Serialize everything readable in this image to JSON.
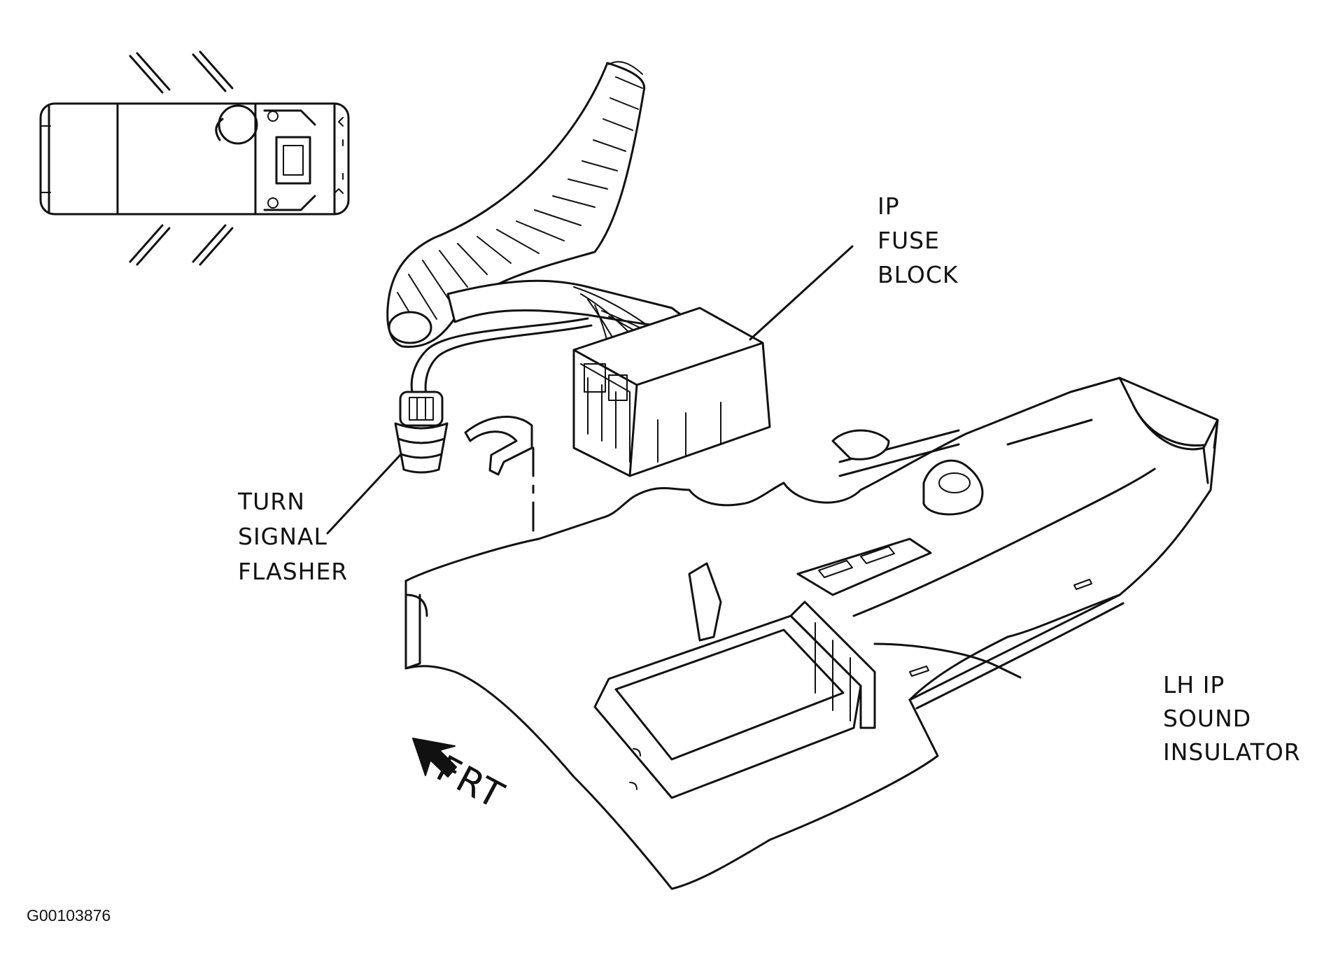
{
  "labels": {
    "fuse_block": [
      "IP",
      "FUSE",
      "BLOCK"
    ],
    "flasher": [
      "TURN",
      "SIGNAL",
      "FLASHER"
    ],
    "insulator": [
      "LH IP",
      "SOUND",
      "INSULATOR"
    ],
    "front": "FRT"
  },
  "figure_code": "G00103876",
  "colors": {
    "ink": "#111111",
    "paper": "#ffffff"
  },
  "icons": {
    "vehicle_locator": "vehicle-top-view-icon",
    "front_arrow": "front-arrow-icon"
  }
}
